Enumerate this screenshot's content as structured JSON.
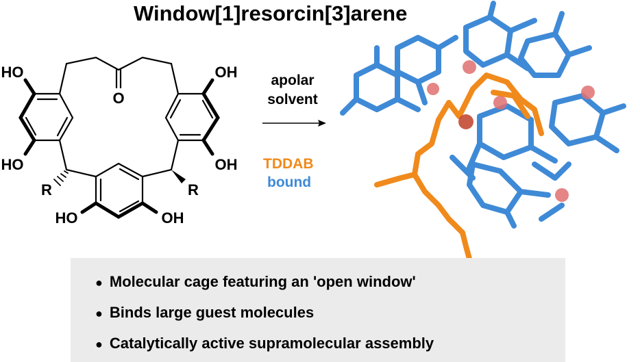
{
  "title": "Window[1]resorcin[3]arene",
  "conditions": {
    "line1": "apolar",
    "line2": "solvent"
  },
  "guest": {
    "name": "TDDAB",
    "state": "bound",
    "guest_color": "#f08a1c",
    "host_color": "#3f8ad6"
  },
  "structure": {
    "oh_labels": [
      "HO",
      "HO",
      "OH",
      "OH",
      "HO",
      "OH"
    ],
    "carbonyl": "O",
    "r_labels": [
      "R",
      "R"
    ]
  },
  "bullets": [
    "Molecular cage featuring an 'open window'",
    "Binds large guest molecules",
    "Catalytically active supramolecular assembly"
  ]
}
